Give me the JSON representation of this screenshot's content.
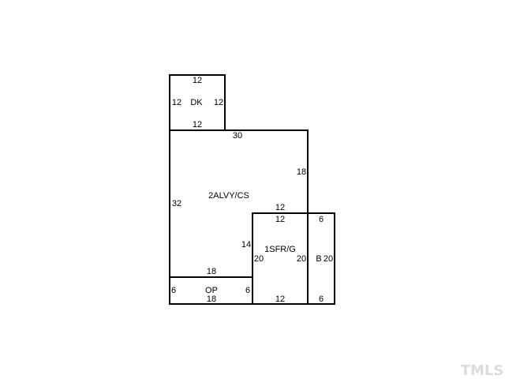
{
  "watermark": "TMLS",
  "colors": {
    "line": "#000000",
    "background": "#ffffff",
    "watermark": "#dcdcdc"
  },
  "areas": {
    "deck": {
      "name": "DK",
      "top": "12",
      "bottom": "12",
      "left": "12",
      "right": "12"
    },
    "main": {
      "name": "2ALVY/CS",
      "top": "30",
      "right": "18",
      "left": "32",
      "inner_top": "12",
      "inner_left": "14",
      "bottom": "18"
    },
    "first_floor": {
      "name": "1SFR/G",
      "top": "12",
      "left": "20",
      "right": "20",
      "bottom": "12"
    },
    "porch": {
      "name": "OP",
      "left": "6",
      "right": "6",
      "bottom": "18"
    },
    "b": {
      "name": "B",
      "top": "6",
      "right": "20",
      "bottom": "6"
    }
  }
}
